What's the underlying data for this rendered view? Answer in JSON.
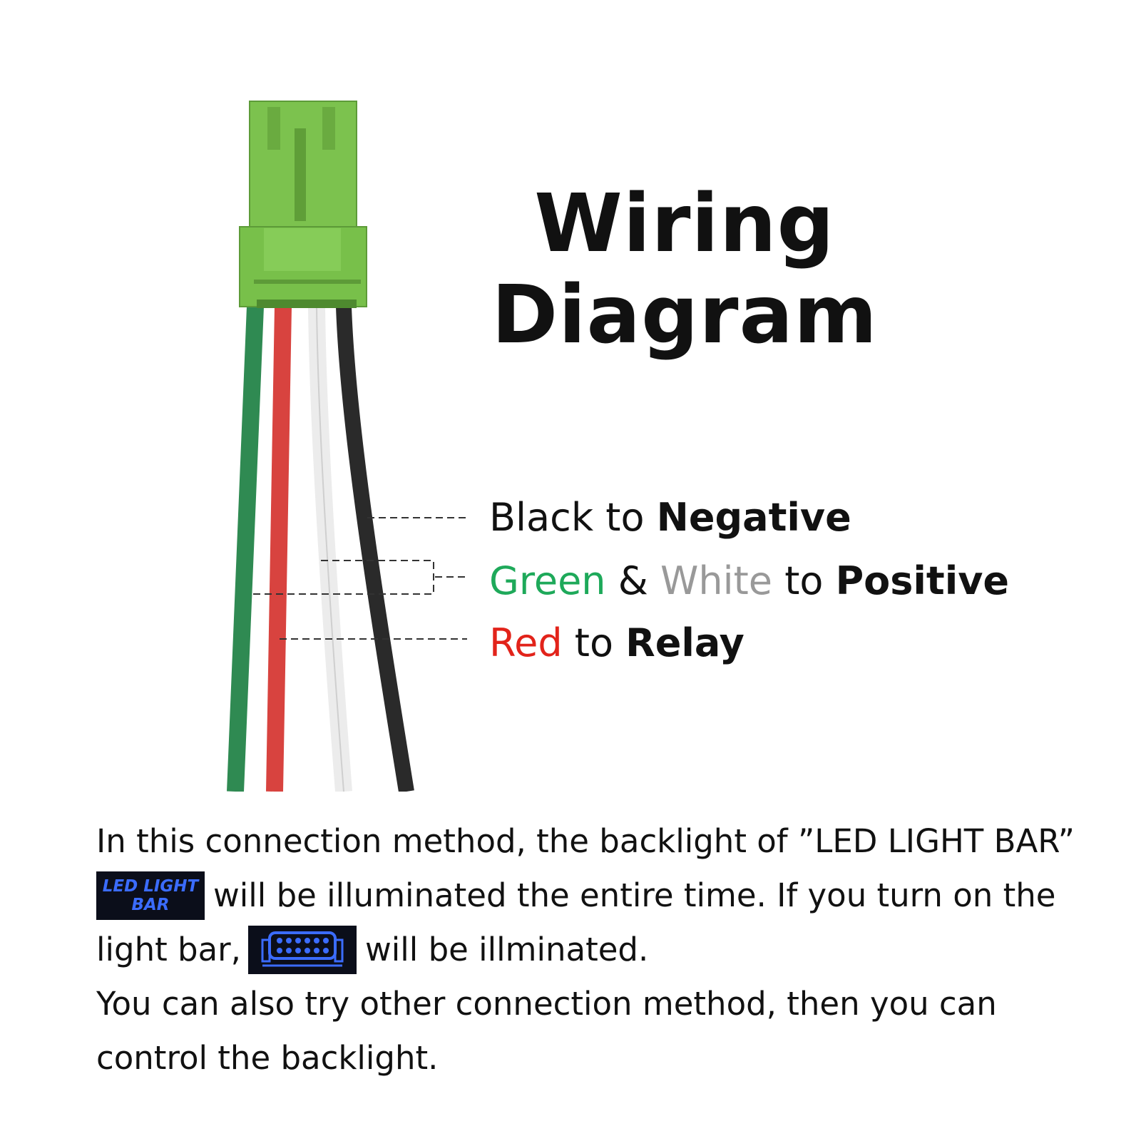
{
  "title": {
    "line1": "Wiring",
    "line2": "Diagram"
  },
  "labels": {
    "black": {
      "color_word": "Black",
      "connector": "to",
      "target": "Negative"
    },
    "positive": {
      "green_word": "Green",
      "amp": "&",
      "white_word": "White",
      "connector": "to",
      "target": "Positive"
    },
    "relay": {
      "color_word": "Red",
      "connector": "to",
      "target": "Relay"
    }
  },
  "wire_colors": {
    "green": "#2f8a52",
    "red": "#d8433f",
    "white": "#e9e9e9",
    "black": "#2a2a2a",
    "connector": "#78c04a"
  },
  "text_colors": {
    "green": "#1ea95a",
    "white": "#999999",
    "red": "#e2231a"
  },
  "description": {
    "line1": "In this connection method, the backlight of ”LED LIGHT BAR”",
    "line2_after_badge": "will be illuminated the entire time. If you turn on the",
    "line3_before_icon": "light bar,",
    "line3_after_icon": "will be illminated.",
    "line4": "You can also try other connection method, then you can",
    "line5": "control the backlight."
  },
  "badge": {
    "text_top": "LED LIGHT",
    "text_bottom": "BAR",
    "icon": "light-bar-icon"
  }
}
